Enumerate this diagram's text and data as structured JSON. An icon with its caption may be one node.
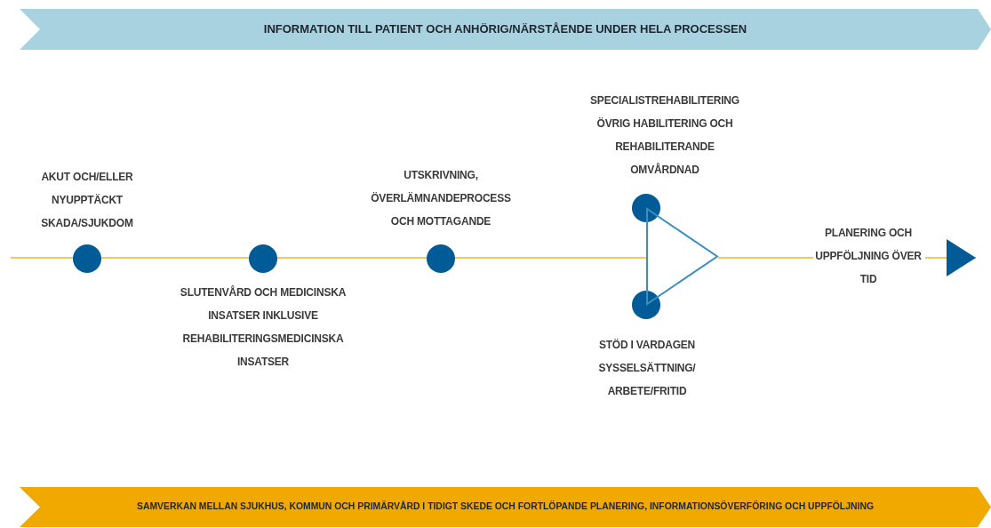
{
  "diagram": {
    "nodes": [
      {
        "text": [
          "INFORMATION TILL PATIENT OCH ANHÖRIG/NÄRSTÅENDE UNDER HELA PROCESSEN"
        ]
      },
      {
        "text": [],
        "shape": "circle",
        "beside": [
          "AKUT OCH/ELLER NYUPPTÄCKT SKADA/SJUKDOM"
        ]
      },
      {
        "text": [],
        "shape": "circle",
        "beside": [
          "SLUTENVÅRD OCH MEDICINSKA INSATSER INKLUSIVE REHABILITERINGSMEDICINSKA INSATSER"
        ]
      },
      {
        "text": [],
        "shape": "circle",
        "beside": [
          "UTSKRIVNING, ÖVERLÄMNANDEPROCESS OCH MOTTAGANDE"
        ]
      },
      {
        "text": [],
        "shape": "circle",
        "beside": [
          "SPECIALISTREHABILITERING ÖVRIG HABILITERING OCH REHABILITERANDE OMVÅRDNAD"
        ]
      },
      {
        "text": [],
        "shape": "circle",
        "beside": [
          "STÖD I VARDAGEN SYSSELSÄTTNING/ ARBETE/FRITID"
        ]
      },
      {
        "text": [],
        "shape": "triangle"
      },
      {
        "text": [
          "PLANERING OCH UPPFÖLJNING ÖVER TID"
        ]
      },
      {
        "text": [
          "SAMVERKAN MELLAN SJUKHUS, KOMMUN OCH PRIMÄRVÅRD I TIDIGT SKEDE OCH FORTLÖPANDE PLANERING, INFORMATIONSÖVERFÖRING OCH UPPFÖLJNING"
        ]
      }
    ],
    "edges": [
      {
        "from": null,
        "to": 1,
        "arrow": "none"
      },
      {
        "from": 1,
        "to": 2,
        "arrow": "none"
      },
      {
        "from": 2,
        "to": 3,
        "arrow": "none"
      },
      {
        "from": 3,
        "to": 6,
        "arrow": "none"
      },
      {
        "from": 6,
        "to": 7,
        "arrow": "none"
      },
      {
        "from": 7,
        "to": null,
        "arrow": "to"
      }
    ]
  }
}
